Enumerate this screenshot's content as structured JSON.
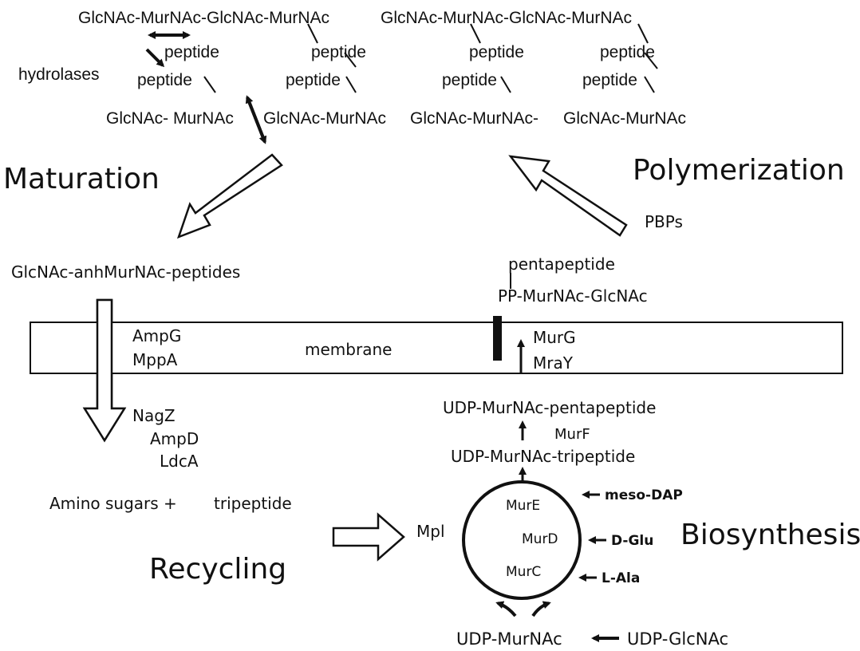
{
  "top_strands": {
    "row1": [
      "GlcNAc-MurNAc-GlcNAc-MurNAc",
      "GlcNAc-MurNAc-GlcNAc-MurNAc"
    ],
    "row1_peptides": [
      "peptide",
      "peptide",
      "peptide",
      "peptide"
    ],
    "hydrolases": "hydrolases",
    "row2_peptides": [
      "peptide",
      "peptide",
      "peptide",
      "peptide"
    ],
    "row3": [
      "GlcNAc- MurNAc",
      "GlcNAc-MurNAc",
      "GlcNAc-MurNAc-",
      "GlcNAc-MurNAc"
    ]
  },
  "stages": {
    "maturation": "Maturation",
    "polymerization": "Polymerization",
    "recycling": "Recycling",
    "biosynthesis": "Biosynthesis"
  },
  "labels": {
    "pbps": "PBPs",
    "anh_peptides": "GlcNAc-anhMurNAc-peptides",
    "pentapeptide": "pentapeptide",
    "pp_murnac": "PP-MurNAc-GlcNAc",
    "ampg": "AmpG",
    "mppa": "MppA",
    "membrane": "membrane",
    "murg": "MurG",
    "mray": "MraY",
    "udp_pentapeptide": "UDP-MurNAc-pentapeptide",
    "murf": "MurF",
    "udp_tripeptide": "UDP-MurNAc-tripeptide",
    "nagz": "NagZ",
    "ampd": "AmpD",
    "ldca": "LdcA",
    "amino_sugars": "Amino sugars +",
    "tripeptide": "tripeptide",
    "mpl": "Mpl",
    "mure": "MurE",
    "murd": "MurD",
    "murc": "MurC",
    "meso_dap": "meso-DAP",
    "d_glu": "D-Glu",
    "l_ala": "L-Ala",
    "udp_murnac": "UDP-MurNAc",
    "udp_glcnac": "UDP-GlcNAc"
  },
  "colors": {
    "ink": "#111111",
    "background": "#ffffff"
  }
}
